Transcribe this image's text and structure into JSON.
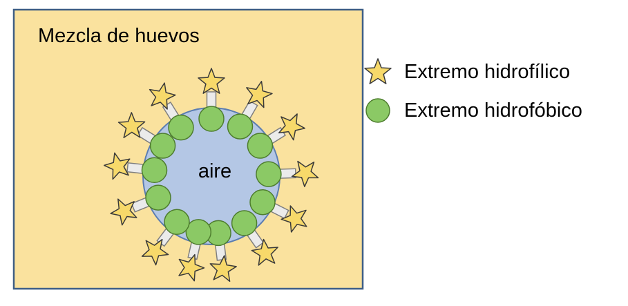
{
  "mixture_label": "Mezcla de huevos",
  "air_label": "aire",
  "legend": {
    "hydrophilic": "Extremo hidrofílico",
    "hydrophobic": "Extremo hidrofóbico"
  },
  "icons": {
    "hydrophilic": "star-icon",
    "hydrophobic": "circle-icon"
  },
  "colors": {
    "mixture_fill": "#FAE29E",
    "mixture_border": "#3E5E86",
    "air_fill": "#B4C7E5",
    "air_border": "#5B7DB1",
    "hydrophobic_fill": "#8BC965",
    "hydrophobic_border": "#4E7D2E",
    "hydrophilic_fill": "#F7D96A",
    "hydrophilic_border": "#3A3A3A",
    "tail_fill": "#EBEBEB",
    "tail_border": "#7F7F7F"
  }
}
